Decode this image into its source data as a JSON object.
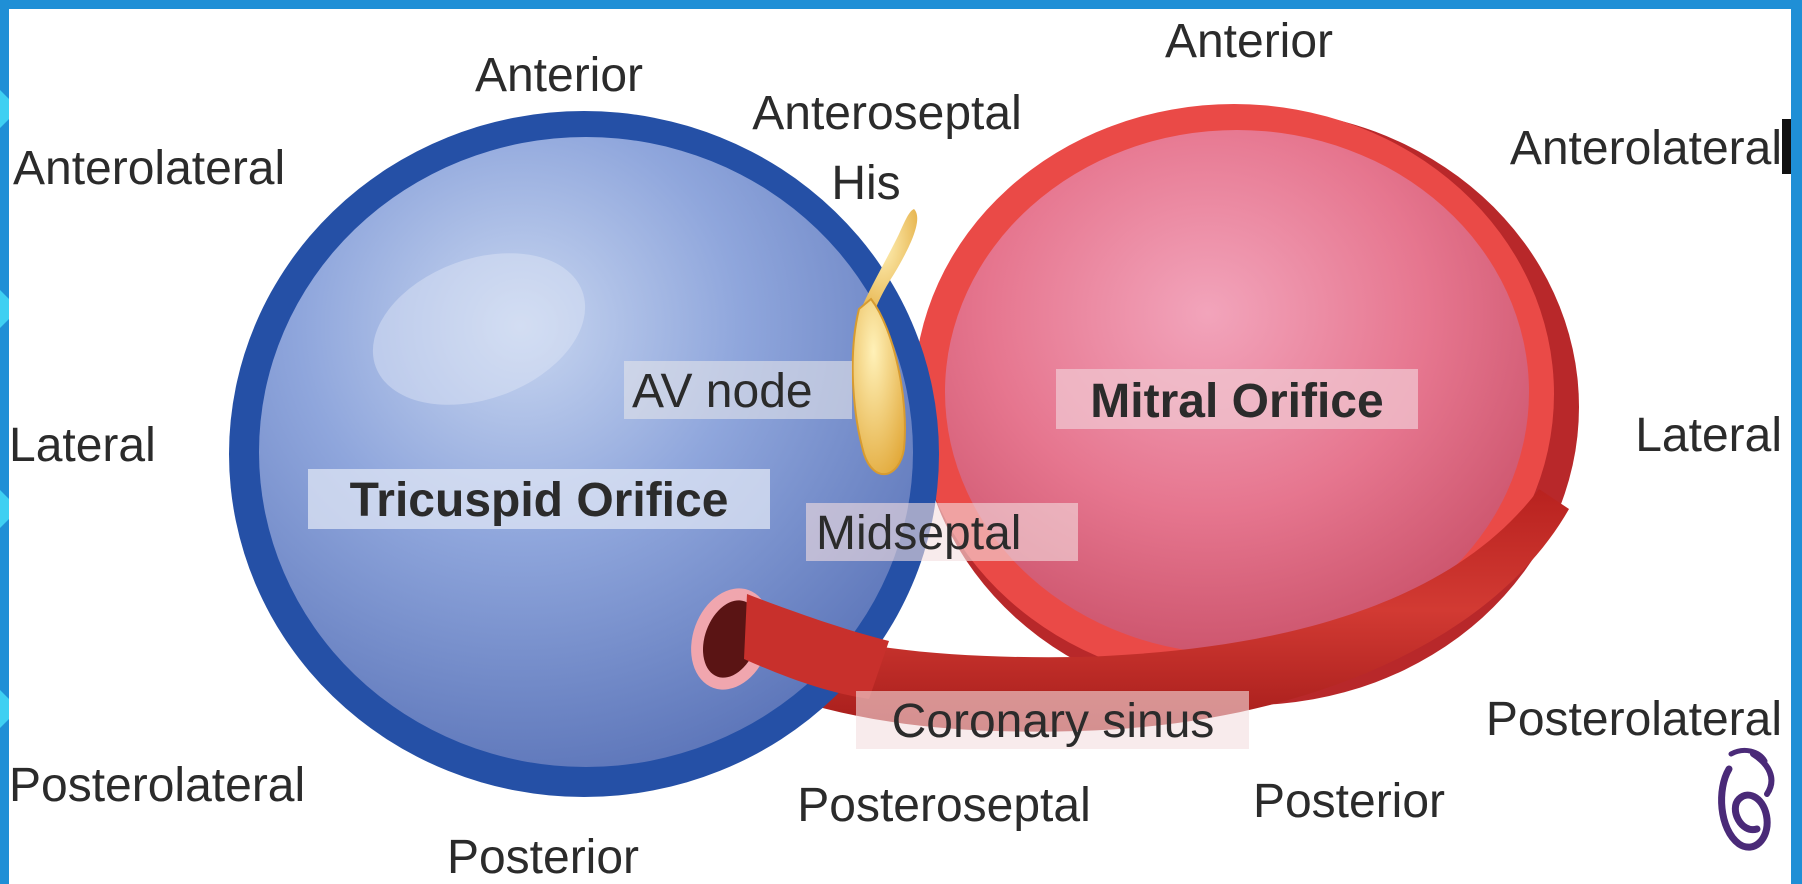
{
  "colors": {
    "frame": "#1f8fd6",
    "tricuspid_ring": "#2550a6",
    "mitral_ring": "#e8403f",
    "coronary_sinus": "#c8302c",
    "av_node": "#f0c45a",
    "label_text": "#2b2b2b"
  },
  "tricuspid": {
    "title": "Tricuspid Orifice",
    "positions": {
      "anterior": "Anterior",
      "anterolateral": "Anterolateral",
      "lateral": "Lateral",
      "posterolateral": "Posterolateral",
      "posterior": "Posterior",
      "posteroseptal": "Posteroseptal",
      "anteroseptal": "Anteroseptal",
      "midseptal": "Midseptal"
    }
  },
  "mitral": {
    "title": "Mitral Orifice",
    "positions": {
      "anterior": "Anterior",
      "anterolateral": "Anterolateral",
      "lateral": "Lateral",
      "posterolateral": "Posterolateral",
      "posterior": "Posterior"
    }
  },
  "structures": {
    "his": "His",
    "av_node": "AV node",
    "coronary_sinus": "Coronary sinus"
  },
  "icons": {
    "publisher_logo": "elsevier-tree-logo"
  }
}
